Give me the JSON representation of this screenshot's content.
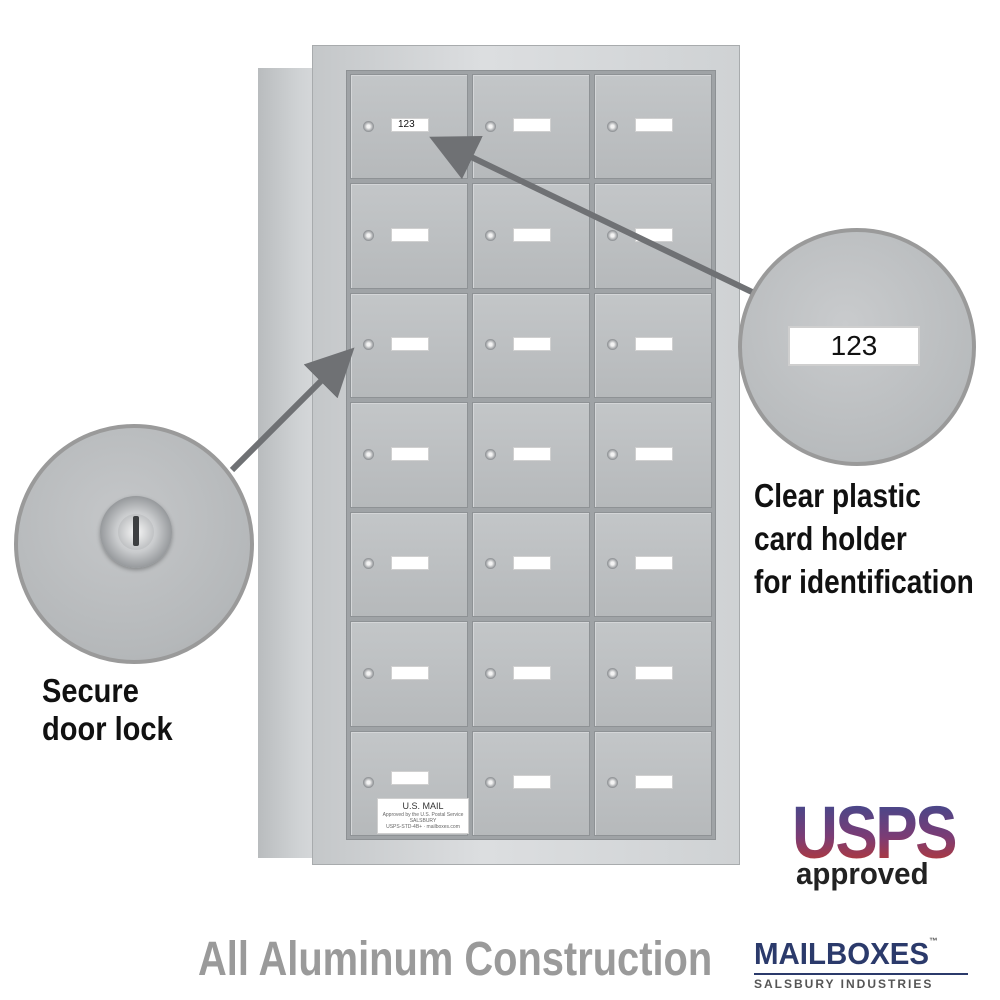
{
  "product": {
    "rows": 7,
    "columns": 3,
    "first_door_number": "123",
    "plate": {
      "title": "U.S. MAIL",
      "line1": "Approved by the U.S. Postal Service",
      "line2": "SALSBURY",
      "line3": "USPS-STD-4B+ · mailboxes.com"
    }
  },
  "callouts": {
    "lock": {
      "label_lines": [
        "Secure",
        "door lock"
      ],
      "icon": "lock-icon"
    },
    "card": {
      "card_number": "123",
      "label_lines": [
        "Clear plastic",
        "card holder",
        "for identification"
      ]
    }
  },
  "badges": {
    "usps_word": "USPS",
    "usps_sub": "approved"
  },
  "footer": {
    "tagline": "All Aluminum Construction",
    "brand_main": "MAILBOXES",
    "brand_tm": "™",
    "brand_sub": "SALSBURY INDUSTRIES"
  },
  "colors": {
    "arrow": "#6f7174",
    "aluminum": "#c0c3c5",
    "usps_blue": "#3b4a8f",
    "usps_red": "#c0392b",
    "brand_navy": "#2b3a6b"
  }
}
